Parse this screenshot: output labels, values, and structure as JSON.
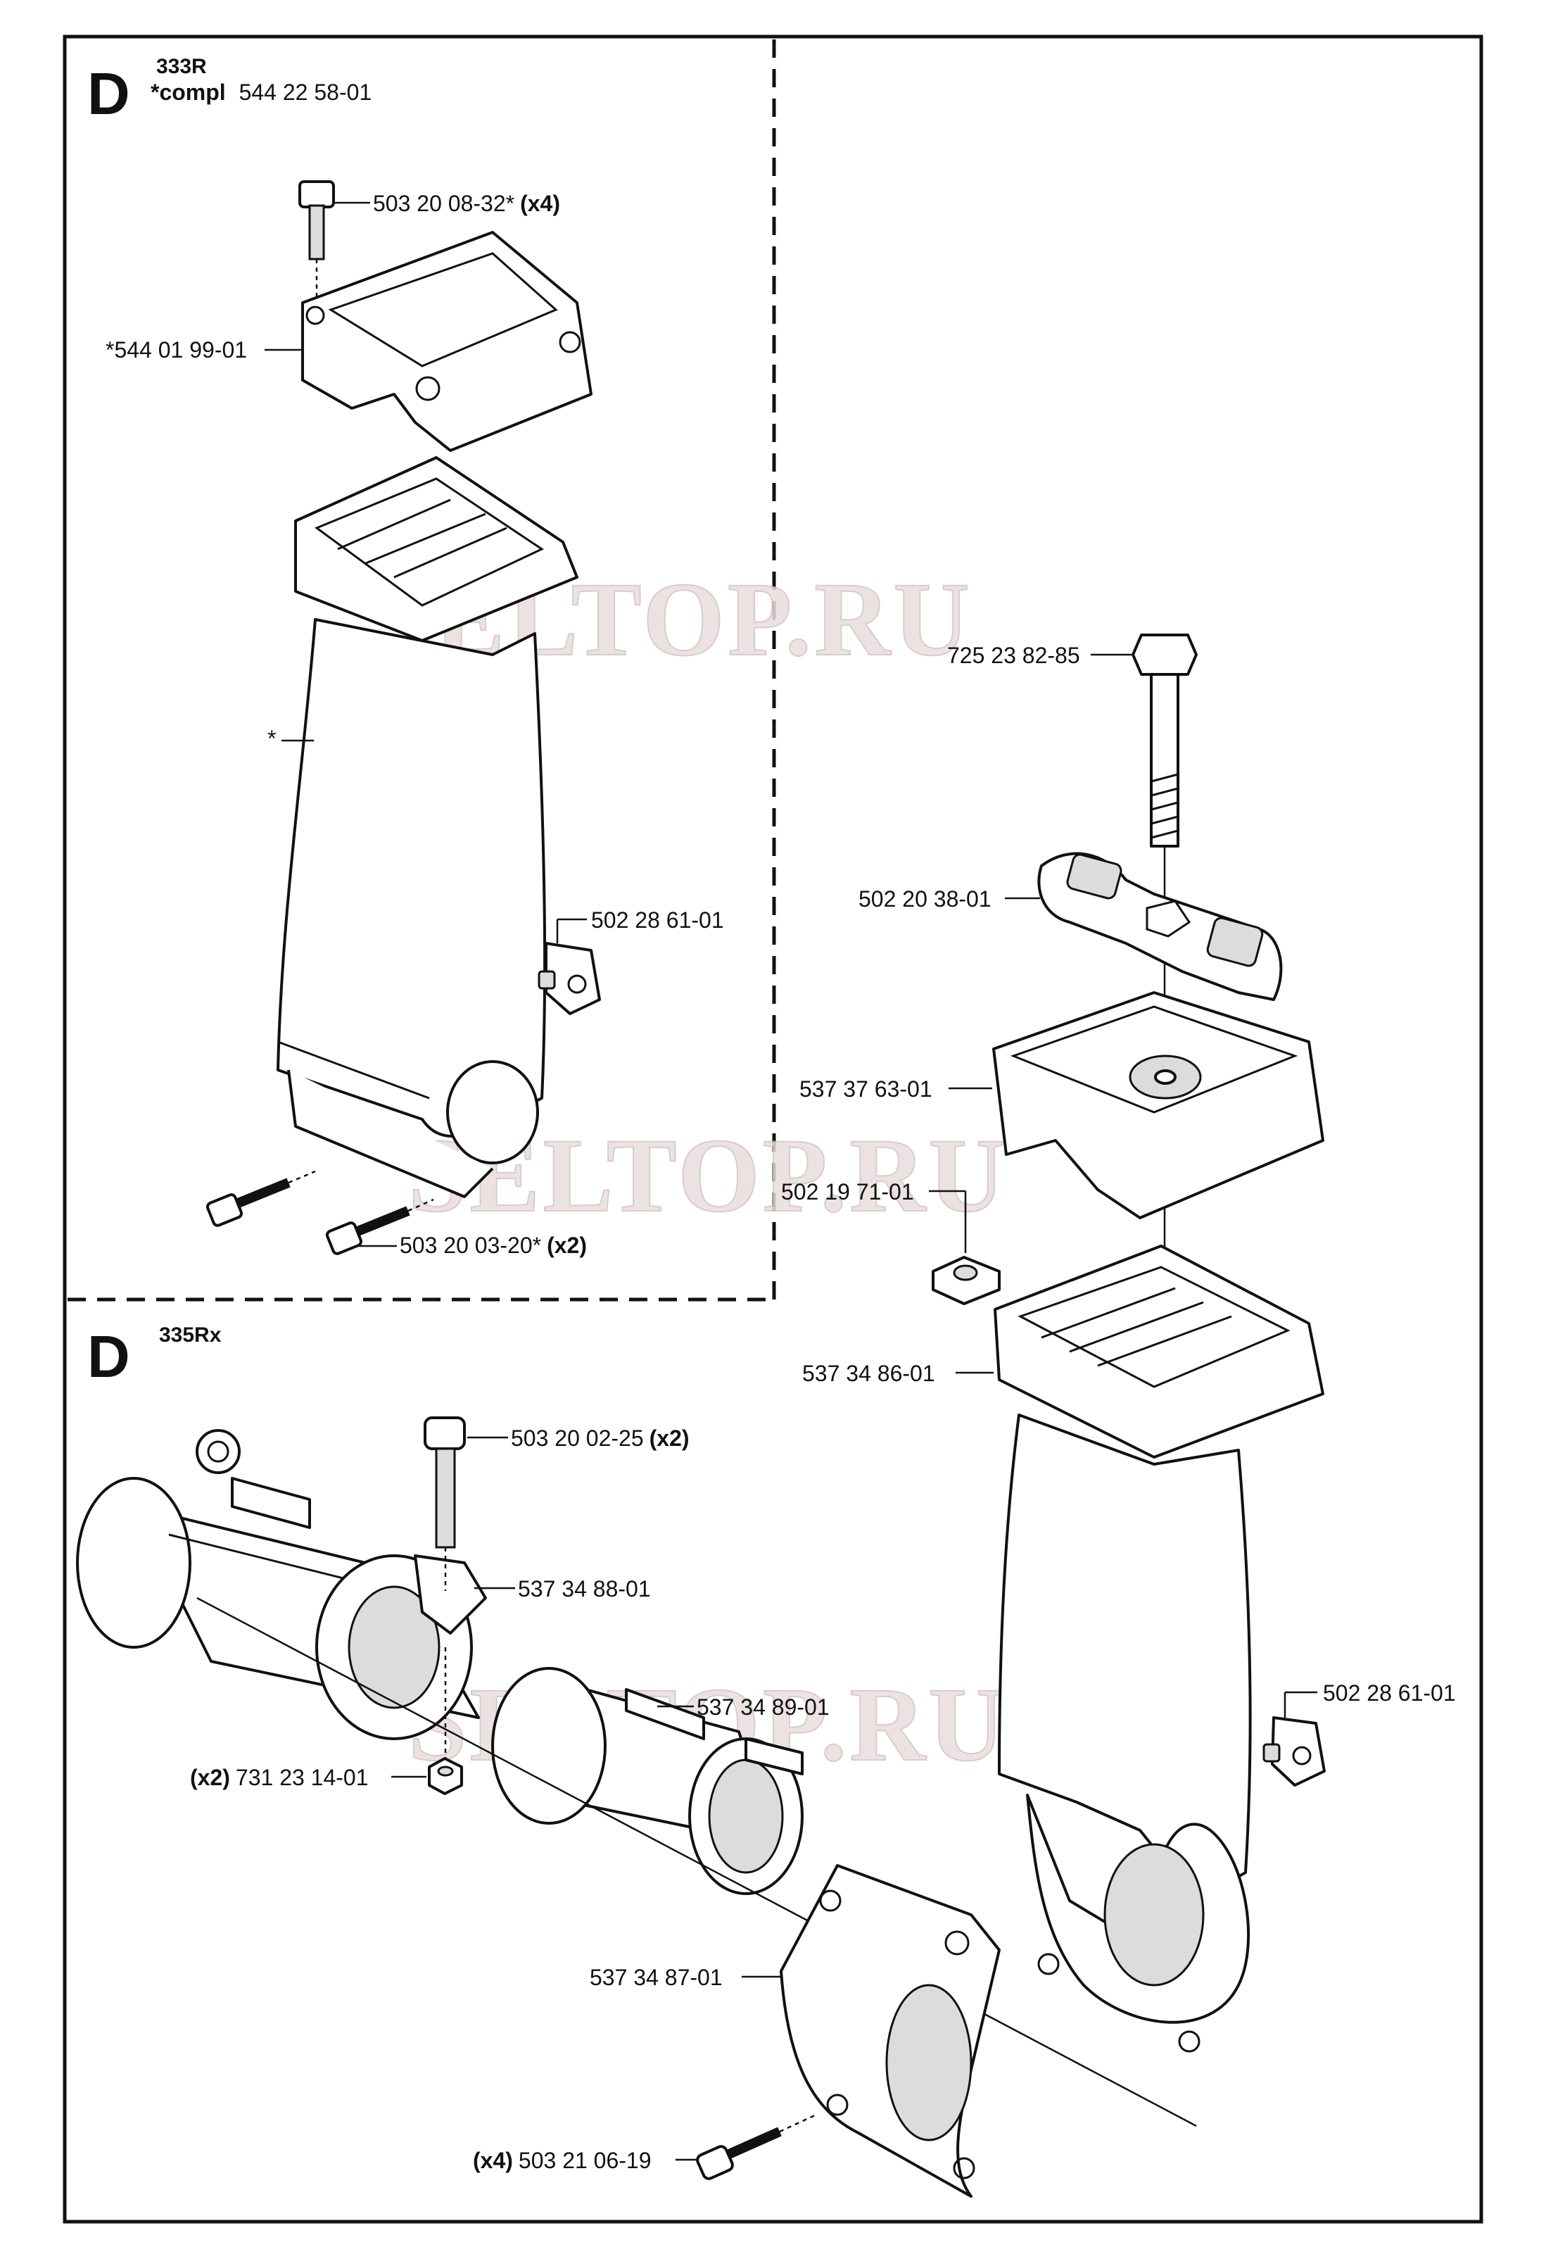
{
  "watermark": "SELTOP.RU",
  "top_section": {
    "letter": "D",
    "model": "333R",
    "compl_label": "*compl",
    "compl_number": "544 22 58-01",
    "labels": {
      "screw_top": "503 20 08-32*",
      "screw_top_qty": "(x4)",
      "cap": "*544 01 99-01",
      "handle": "*",
      "clip": "502 28 61-01",
      "screw_bottom": "503 20 03-20*",
      "screw_bottom_qty": "(x2)"
    }
  },
  "right_section": {
    "labels": {
      "bolt": "725 23 82-85",
      "knob": "502 20 38-01",
      "cover": "537 37 63-01",
      "nut": "502 19 71-01",
      "bracket": "537 34 86-01",
      "clip": "502 28 61-01"
    }
  },
  "bottom_section": {
    "letter": "D",
    "model": "335Rx",
    "labels": {
      "screw": "503 20 02-25",
      "screw_qty": "(x2)",
      "clamp": "537 34 88-01",
      "sleeve": "537 34 89-01",
      "nut_qty": "(x2)",
      "nut": "731 23 14-01",
      "lower_clamp": "537 34 87-01",
      "screws_qty": "(x4)",
      "screws": "503 21 06-19"
    }
  }
}
